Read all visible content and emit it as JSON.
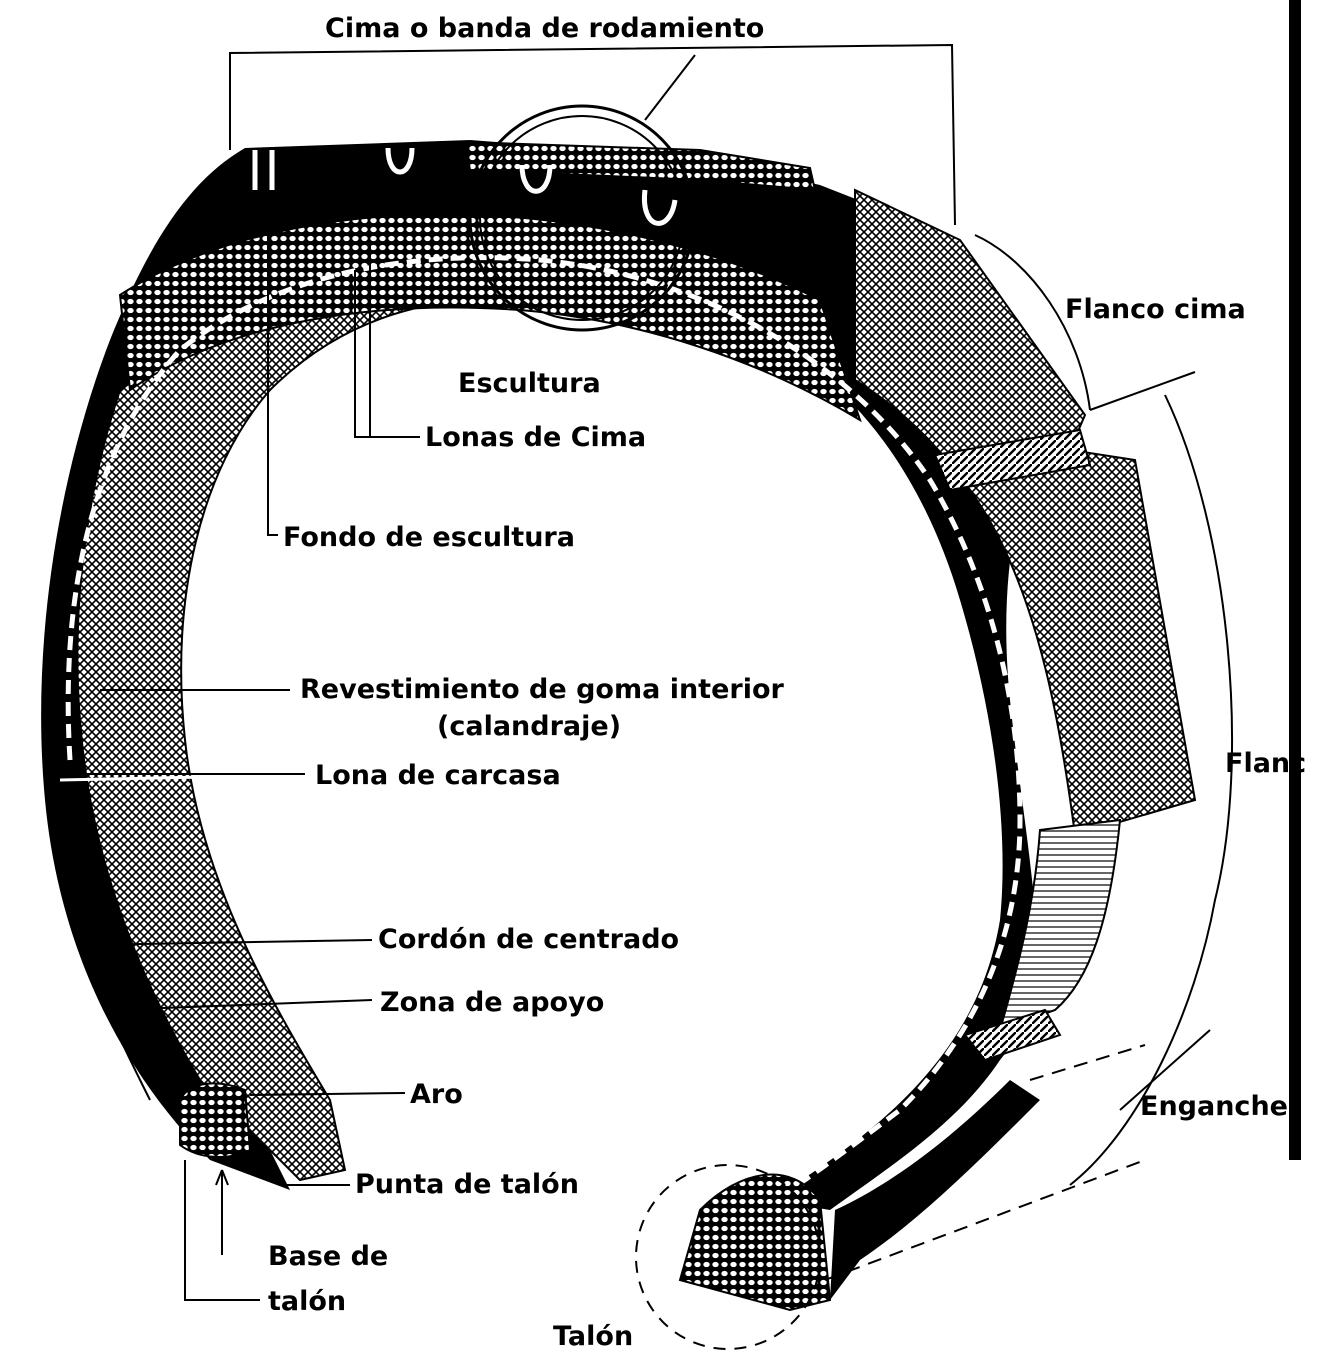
{
  "labels": {
    "cima": "Cima o banda de rodamiento",
    "flanco_cima": "Flanco cima",
    "escultura": "Escultura",
    "lonas_cima": "Lonas de Cima",
    "fondo_escultura": "Fondo de escultura",
    "revestimiento_line1": "Revestimiento de goma interior",
    "revestimiento_line2": "(calandraje)",
    "flanco": "Flanc",
    "lona_carcasa": "Lona de carcasa",
    "cordon_centrado": "Cordón de centrado",
    "zona_apoyo": "Zona de apoyo",
    "aro": "Aro",
    "enganche": "Enganche",
    "punta_talon": "Punta de talón",
    "base_talon_line1": "Base de",
    "base_talon_line2": "talón",
    "talon": "Talón"
  },
  "colors": {
    "ink": "#000000",
    "paper": "#ffffff"
  }
}
